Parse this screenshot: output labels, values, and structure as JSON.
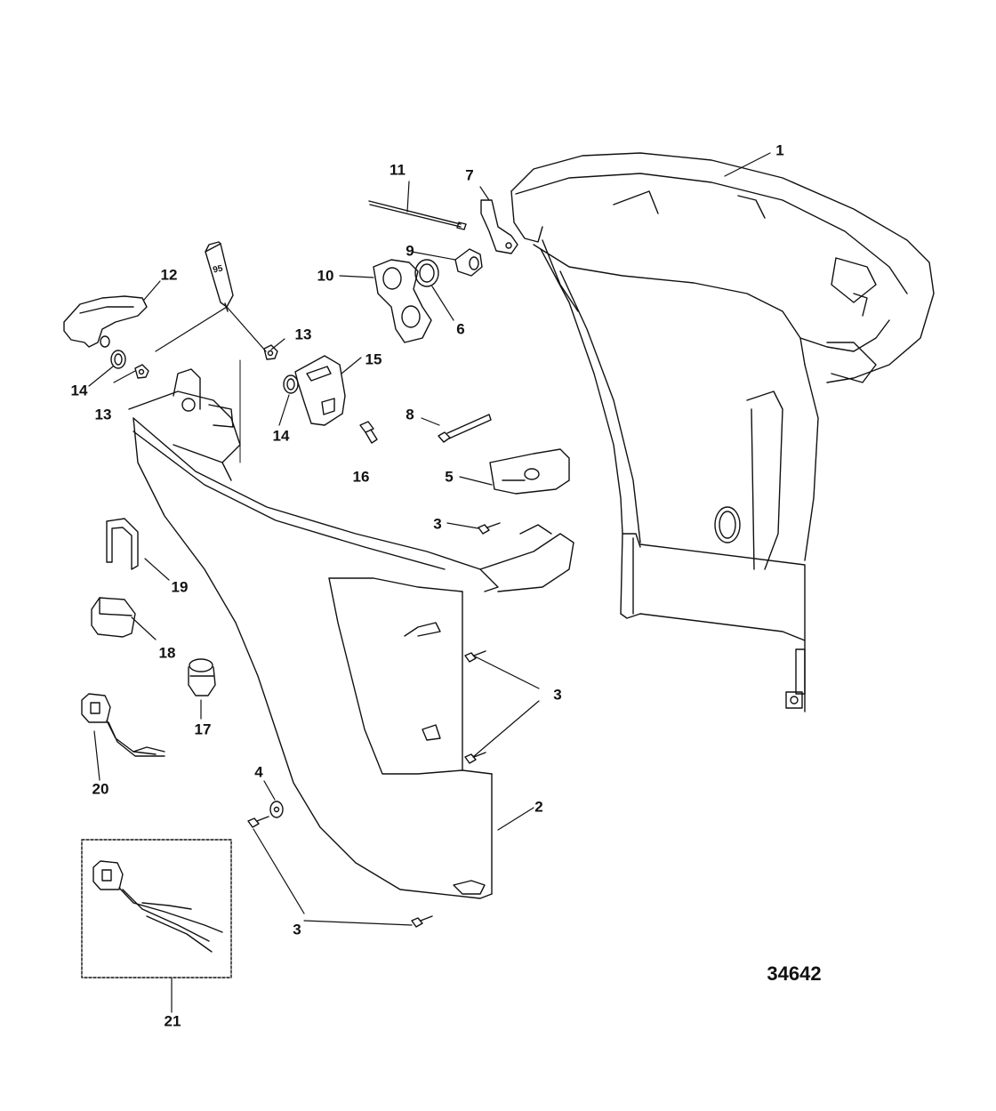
{
  "diagram_code": "34642",
  "sealant_tube_label": "95",
  "callouts": {
    "c1": "1",
    "c2": "2",
    "c3a": "3",
    "c3b": "3",
    "c3c": "3",
    "c4": "4",
    "c5": "5",
    "c6": "6",
    "c7": "7",
    "c8": "8",
    "c9": "9",
    "c10": "10",
    "c11": "11",
    "c12": "12",
    "c13a": "13",
    "c13b": "13",
    "c14a": "14",
    "c14b": "14",
    "c15": "15",
    "c16": "16",
    "c17": "17",
    "c18": "18",
    "c19": "19",
    "c20": "20",
    "c21": "21"
  }
}
